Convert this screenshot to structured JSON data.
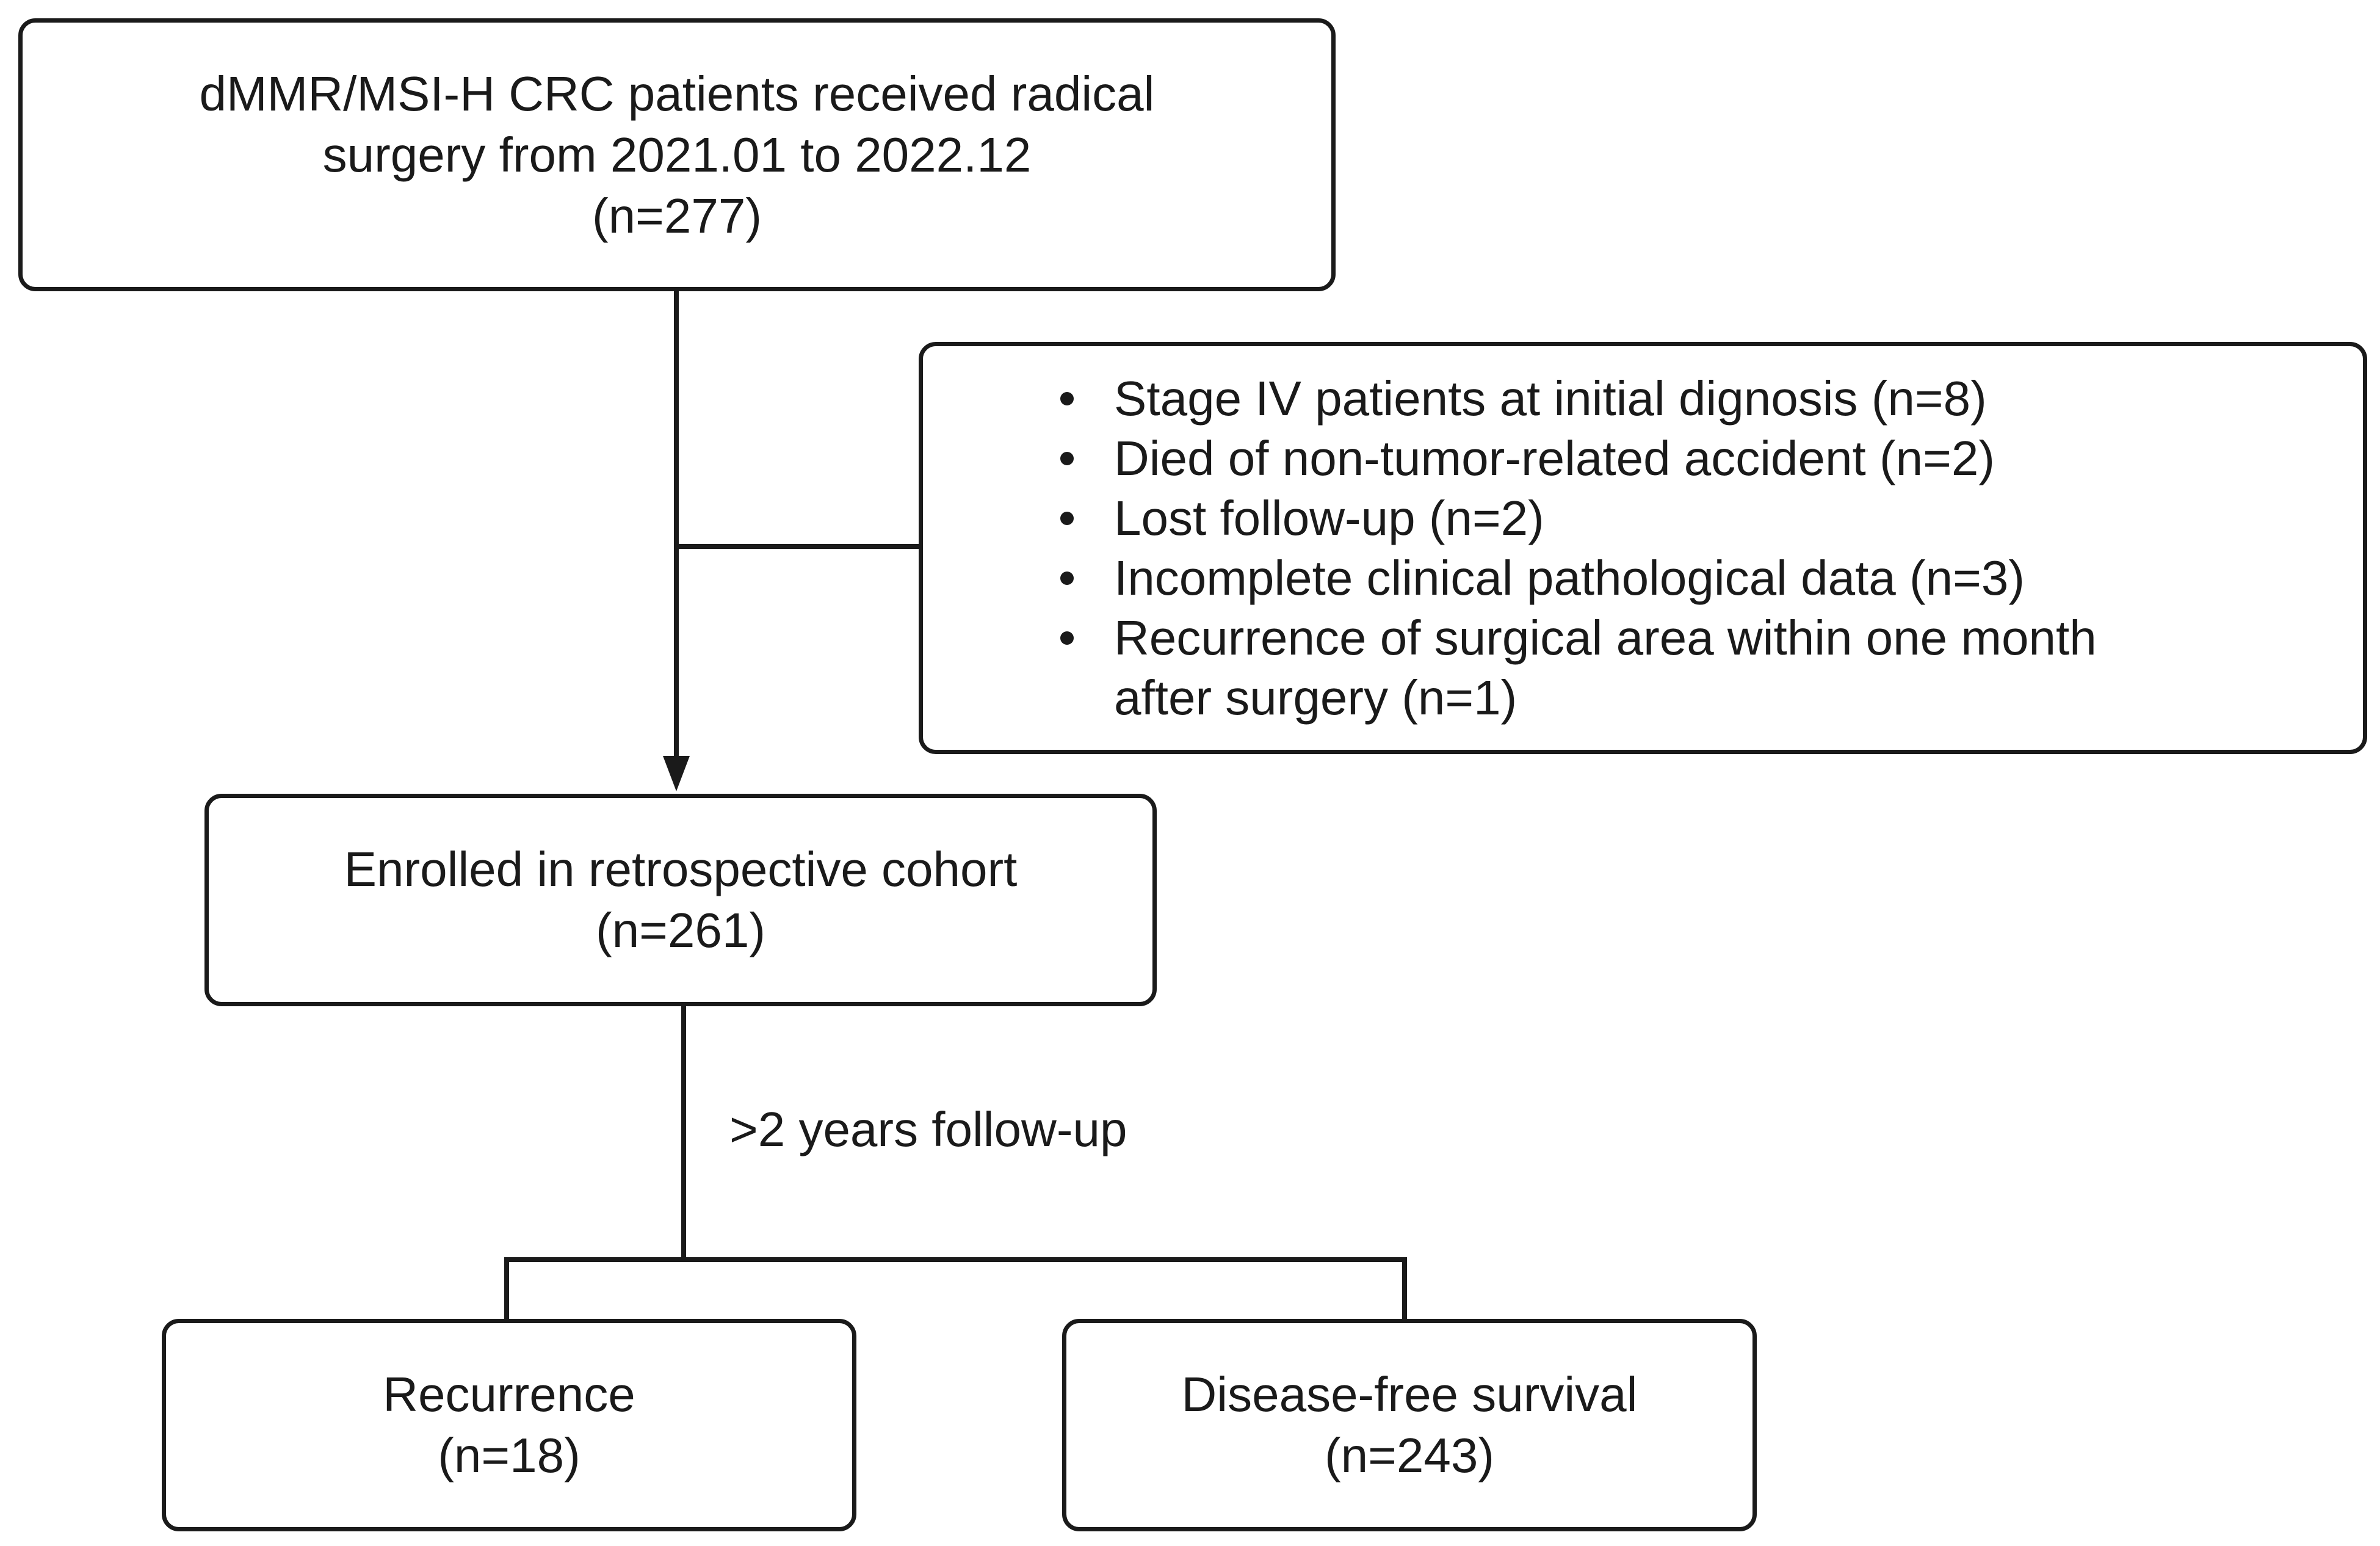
{
  "top_box": {
    "line1": "dMMR/MSI-H CRC patients received radical",
    "line2": "surgery from 2021.01 to 2022.12",
    "line3": "(n=277)"
  },
  "exclusion_box": {
    "items": [
      {
        "text": "Stage IV patients at initial dignosis (n=8)"
      },
      {
        "text": "Died of non-tumor-related accident (n=2)"
      },
      {
        "text": "Lost follow-up (n=2)"
      },
      {
        "text": "Incomplete clinical pathological data (n=3)"
      },
      {
        "text": "Recurrence of surgical area within one month",
        "continuation": "after surgery (n=1)"
      }
    ]
  },
  "enrolled_box": {
    "line1": "Enrolled in retrospective cohort",
    "line2": "(n=261)"
  },
  "follow_up_label": ">2 years follow-up",
  "recurrence_box": {
    "line1": "Recurrence",
    "line2": "(n=18)"
  },
  "dfs_box": {
    "line1": "Disease-free survival",
    "line2": "(n=243)"
  },
  "colors": {
    "stroke": "#1a1a1a",
    "background": "#ffffff"
  }
}
